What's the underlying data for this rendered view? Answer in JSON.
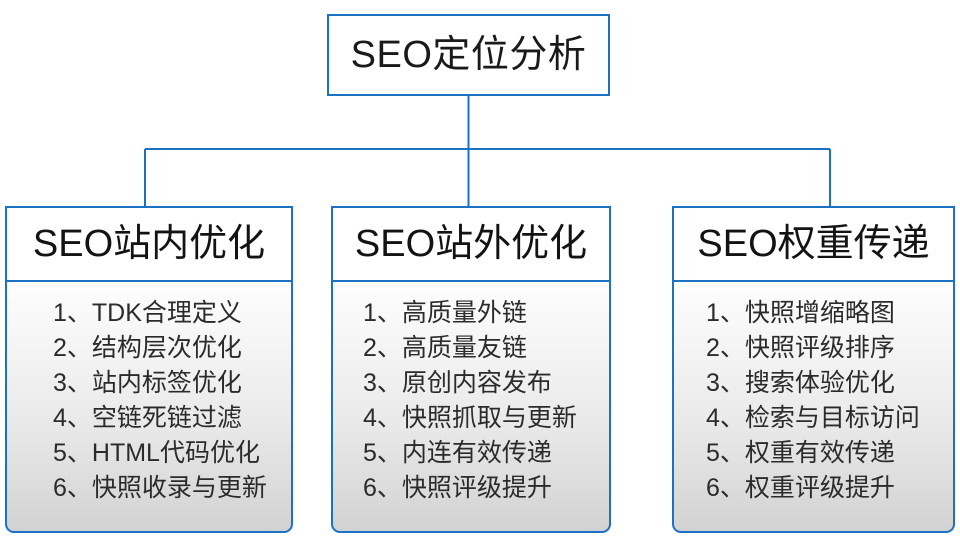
{
  "diagram": {
    "type": "organization-tree",
    "accent_color": "#1b72c4",
    "text_color": "#1a1a1a",
    "body_gradient_top": "#fdfdfd",
    "body_gradient_bottom": "#d2d2d2",
    "root": {
      "title": "SEO定位分析"
    },
    "branches": [
      {
        "title": "SEO站内优化",
        "items": [
          "1、TDK合理定义",
          "2、结构层次优化",
          "3、站内标签优化",
          "4、空链死链过滤",
          "5、HTML代码优化",
          "6、快照收录与更新"
        ]
      },
      {
        "title": "SEO站外优化",
        "items": [
          "1、高质量外链",
          "2、高质量友链",
          "3、原创内容发布",
          "4、快照抓取与更新",
          "5、内连有效传递",
          "6、快照评级提升"
        ]
      },
      {
        "title": "SEO权重传递",
        "items": [
          "1、快照增缩略图",
          "2、快照评级排序",
          "3、搜索体验优化",
          "4、检索与目标访问",
          "5、权重有效传递",
          "6、权重评级提升"
        ]
      }
    ]
  }
}
